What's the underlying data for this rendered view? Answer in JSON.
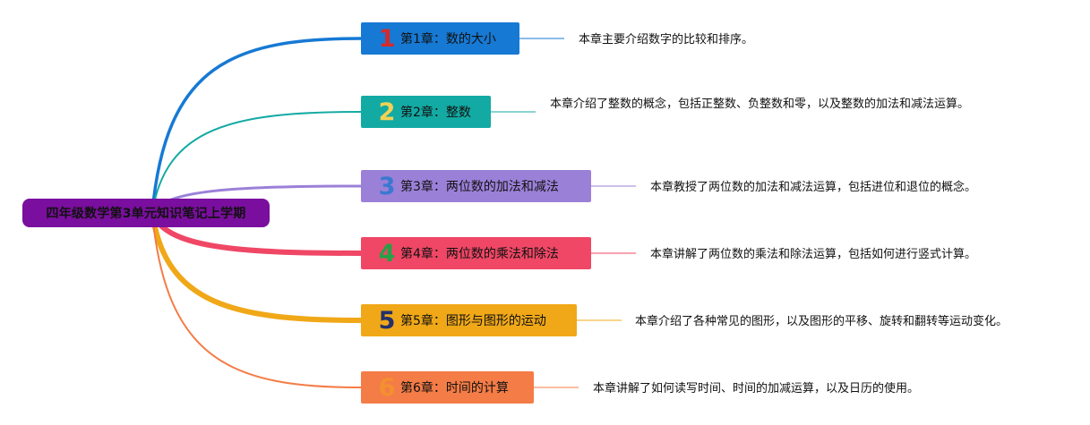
{
  "root": {
    "title": "四年级数学第3单元知识笔记上学期",
    "color": "#7a0e9e"
  },
  "chapters": [
    {
      "number": "1",
      "title": "第1章：数的大小",
      "color": "#1679d4",
      "number_color": "#d62a2a",
      "line_color": "#1679d4",
      "description": "本章主要介绍数字的比较和排序。"
    },
    {
      "number": "2",
      "title": "第2章：整数",
      "color": "#13aaa4",
      "number_color": "#f2d254",
      "line_color": "#13aaa4",
      "description": "本章介绍了整数的概念，包括正整数、负整数和零，以及整数的加法和减法运算。"
    },
    {
      "number": "3",
      "title": "第3章：两位数的加法和减法",
      "color": "#9b80d8",
      "number_color": "#3a78d0",
      "line_color": "#9b80d8",
      "description": "本章教授了两位数的加法和减法运算，包括进位和退位的概念。"
    },
    {
      "number": "4",
      "title": "第4章：两位数的乘法和除法",
      "color": "#ef4765",
      "number_color": "#27a046",
      "line_color": "#ef4765",
      "description": "本章讲解了两位数的乘法和除法运算，包括如何进行竖式计算。"
    },
    {
      "number": "5",
      "title": "第5章：图形与图形的运动",
      "color": "#f0a818",
      "number_color": "#23306b",
      "line_color": "#f0a818",
      "description": "本章介绍了各种常见的图形，以及图形的平移、旋转和翻转等运动变化。"
    },
    {
      "number": "6",
      "title": "第6章：时间的计算",
      "color": "#f47c46",
      "number_color": "#f49030",
      "line_color": "#f47c46",
      "description": "本章讲解了如何读写时间、时间的加减运算，以及日历的使用。"
    }
  ]
}
